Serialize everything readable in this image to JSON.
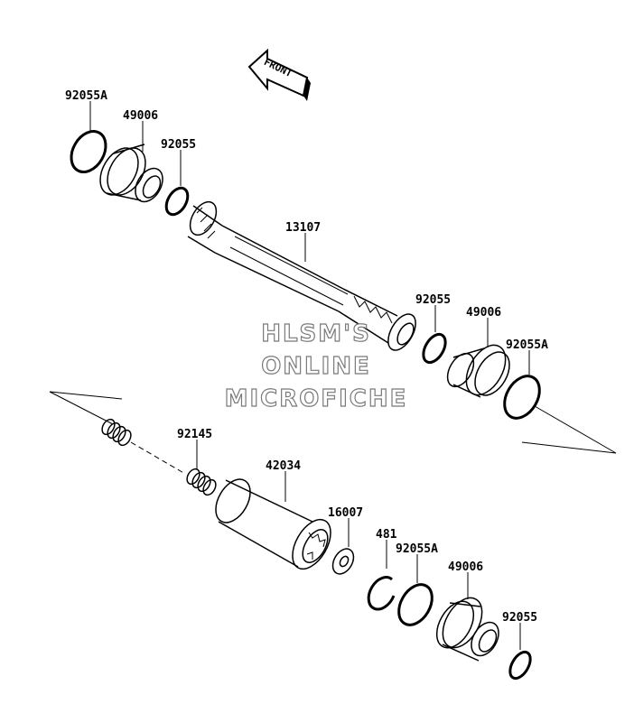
{
  "labels": {
    "l_92055A_top": "92055A",
    "l_49006_top": "49006",
    "l_92055_top": "92055",
    "l_13107": "13107",
    "l_92055_mid": "92055",
    "l_49006_mid": "49006",
    "l_92055A_mid": "92055A",
    "l_92145": "92145",
    "l_42034": "42034",
    "l_16007": "16007",
    "l_481": "481",
    "l_92055A_bot": "92055A",
    "l_49006_bot": "49006",
    "l_92055_bot": "92055"
  },
  "front_marker": "FRONT",
  "watermark": {
    "line1": "HLSM'S",
    "line2": "ONLINE",
    "line3": "MICROFICHE"
  }
}
